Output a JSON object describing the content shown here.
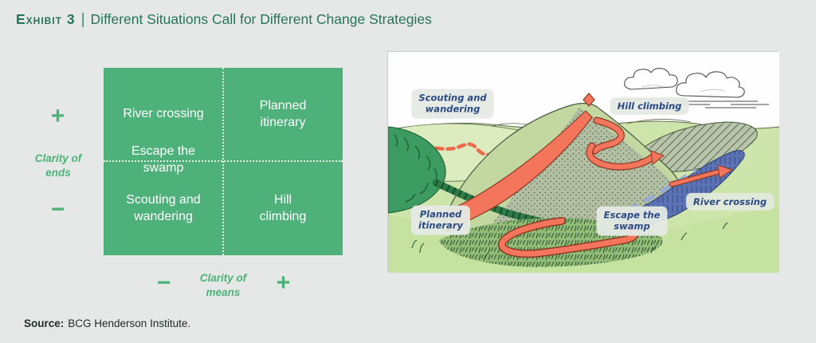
{
  "title": {
    "exhibit_label": "Exhibit 3",
    "separator": "|",
    "text": "Different Situations Call for Different Change Strategies"
  },
  "matrix": {
    "quadrants": {
      "top_left": "River crossing",
      "top_right": "Planned\nitinerary",
      "middle_left": "Escape the\nswamp",
      "bottom_left": "Scouting and\nwandering",
      "bottom_right": "Hill\nclimbing"
    },
    "y_axis": {
      "plus": "+",
      "minus": "−",
      "label": "Clarity of\nends"
    },
    "x_axis": {
      "plus": "+",
      "minus": "−",
      "label": "Clarity of\nmeans"
    }
  },
  "illustration": {
    "labels": {
      "scouting": "Scouting and\nwandering",
      "hill_climbing": "Hill climbing",
      "river_crossing": "River crossing",
      "planned": "Planned\nitinerary",
      "escape": "Escape the\nswamp"
    }
  },
  "source": {
    "label": "Source:",
    "text": "BCG Henderson Institute."
  },
  "colors": {
    "accent_green": "#4fb17a",
    "title_green": "#26735a",
    "path_orange": "#f3755c",
    "river_blue": "#5b72b5",
    "label_blue": "#2c4a85",
    "background": "#e6e8e7"
  }
}
